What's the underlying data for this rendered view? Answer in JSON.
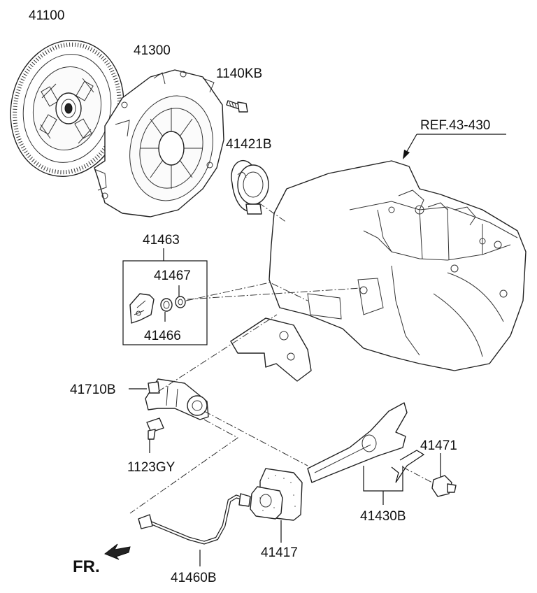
{
  "parts": {
    "clutch_disc": "41100",
    "clutch_cover": "41300",
    "cover_bolt": "1140KB",
    "release_bearing": "41421B",
    "ref_transaxle": "REF.43-430",
    "bracket_kit": "41463",
    "bush": "41467",
    "bracket": "41466",
    "concentric_cylinder": "41710B",
    "bleeder_bolt": "1123GY",
    "release_fork_spring": "41471",
    "release_fork_assy": "41430B",
    "boot": "41417",
    "clutch_tube": "41460B"
  },
  "front_marker": {
    "text": "FR."
  }
}
